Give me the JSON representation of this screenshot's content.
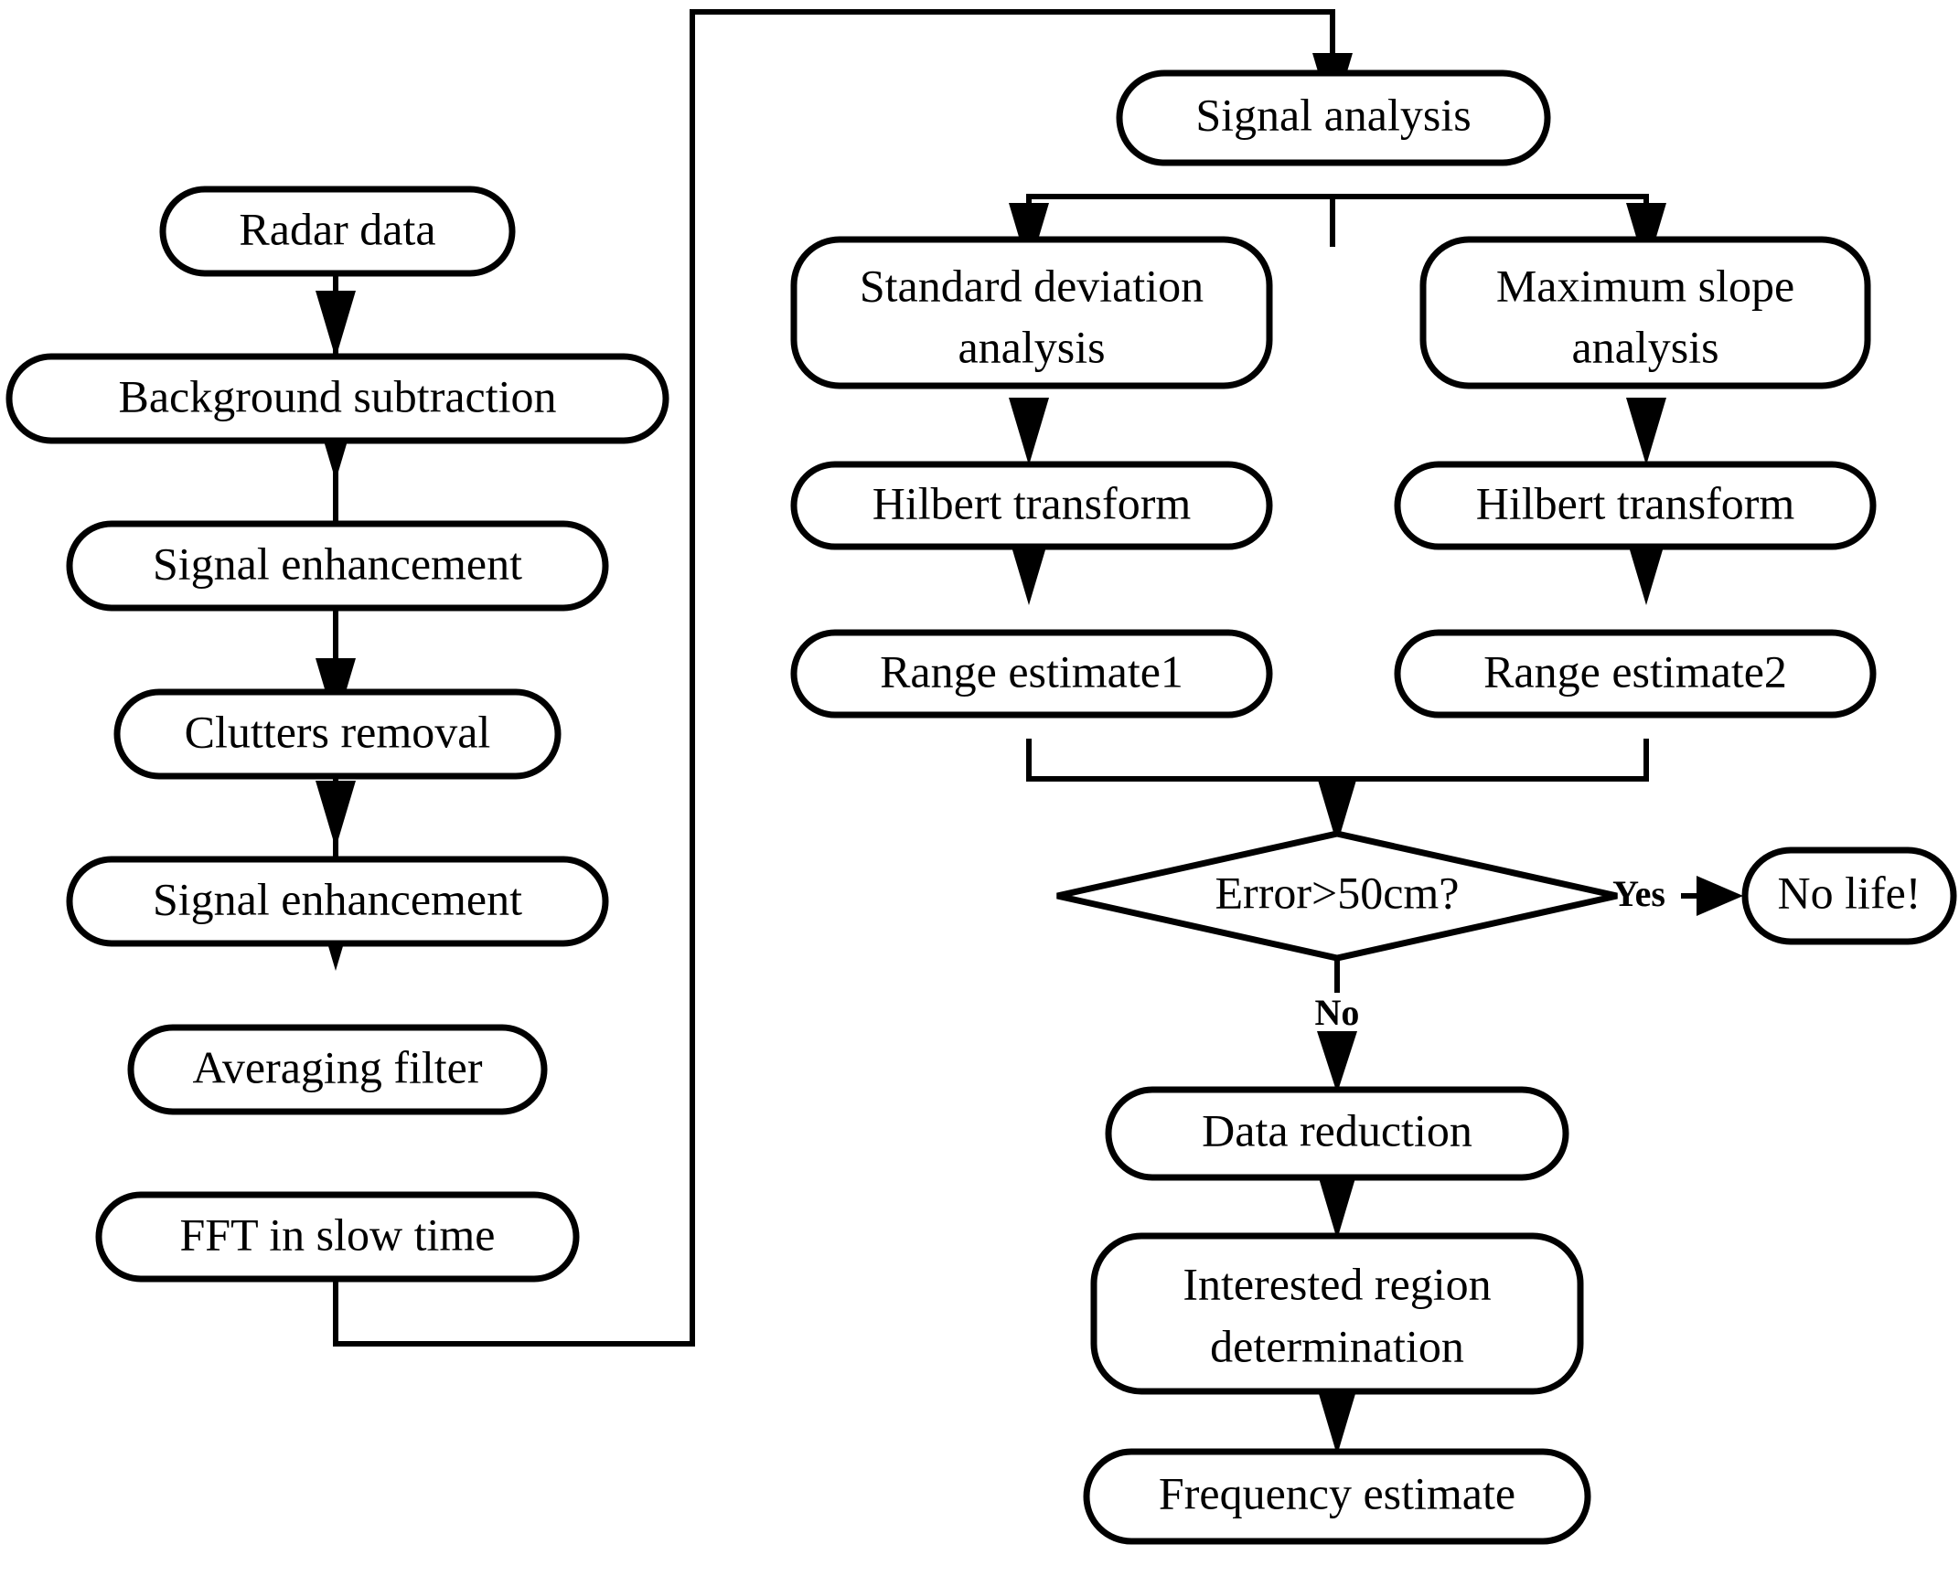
{
  "diagram": {
    "title": "Radar life-detection signal processing flowchart",
    "stroke_color": "#000000",
    "fill_color": "#ffffff",
    "nodes": {
      "radar_data": "Radar data",
      "background_subtraction": "Background subtraction",
      "signal_enhancement_1": "Signal enhancement",
      "clutters_removal": "Clutters removal",
      "signal_enhancement_2": "Signal enhancement",
      "averaging_filter": "Averaging filter",
      "fft_slow_time": "FFT in slow time",
      "signal_analysis": "Signal analysis",
      "standard_deviation_analysis_line1": "Standard deviation",
      "standard_deviation_analysis_line2": "analysis",
      "maximum_slope_analysis_line1": "Maximum slope",
      "maximum_slope_analysis_line2": "analysis",
      "hilbert_transform_left": "Hilbert transform",
      "hilbert_transform_right": "Hilbert transform",
      "range_estimate_1": "Range estimate1",
      "range_estimate_2": "Range estimate2",
      "error_decision": "Error>50cm?",
      "no_life": "No life!",
      "data_reduction": "Data reduction",
      "interested_region_line1": "Interested region",
      "interested_region_line2": "determination",
      "frequency_estimate": "Frequency estimate"
    },
    "edge_labels": {
      "yes": "Yes",
      "no": "No"
    }
  }
}
